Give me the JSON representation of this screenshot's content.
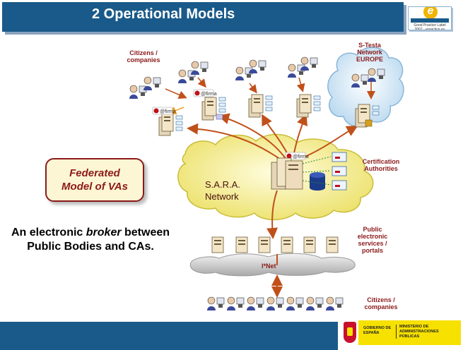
{
  "header": {
    "title": "2 Operational Models"
  },
  "badges": {
    "egov_letter": "e",
    "egov_text": "Good Practice Label 2007 · epractice.eu",
    "gov_left": "GOBIERNO DE ESPAÑA",
    "gov_right": "MINISTERIO DE ADMINISTRACIONES PÚBLICAS"
  },
  "diagram": {
    "citizens_top": "Citizens / companies",
    "stesta": "S-Testa Network EUROPE",
    "certification": "Certification Authorities",
    "sara_line1": "S.A.R.A.",
    "sara_line2": "Network",
    "public_services": "Public electronic services / portals",
    "inet": "I*Net",
    "citizens_bottom": "Citizens / companies",
    "firma": "@firma"
  },
  "left_panel": {
    "federated_line1": "Federated",
    "federated_line2": "Model of VAs",
    "broker_pre": "An electronic ",
    "broker_em": "broker",
    "broker_post": " between Public Bodies and CAs."
  },
  "colors": {
    "header": "#1a5a8a",
    "accent": "#8b1a1a",
    "cloud": "#f5f08a",
    "arrow": "#c0501a"
  }
}
